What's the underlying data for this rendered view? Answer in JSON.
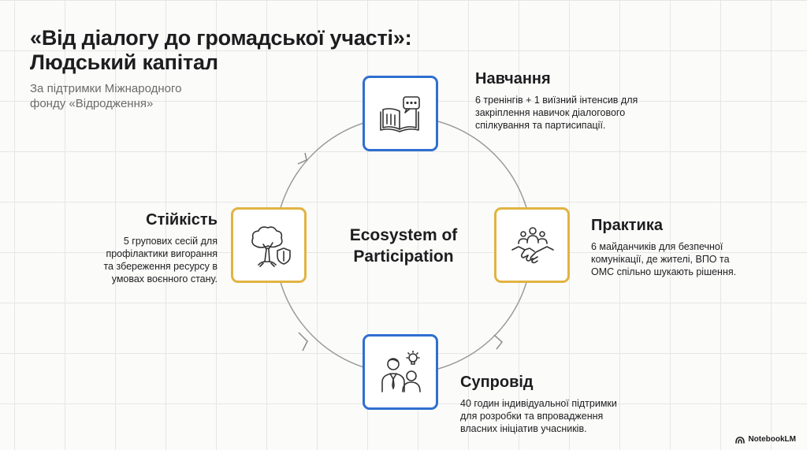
{
  "title": {
    "line1": "«Від діалогу до громадської участі»:",
    "line2": "Людський капітал"
  },
  "subtitle": {
    "line1": "За підтримки Міжнародного",
    "line2": "фонду «Відродження»"
  },
  "center": {
    "line1": "Ecosystem of",
    "line2": "Participation"
  },
  "nodes": {
    "top": {
      "title": "Навчання",
      "lines": [
        "6 тренінгів + 1 виїзний інтенсив для",
        "закріплення навичок діалогового",
        "спілкування та партисипації."
      ],
      "icon": "open-book-chat-icon",
      "color": "#2f6fd0"
    },
    "right": {
      "title": "Практика",
      "lines": [
        "6 майданчиків для безпечної",
        "комунікації, де жителі, ВПО та",
        "ОМС спільно шукають рішення."
      ],
      "icon": "handshake-group-icon",
      "color": "#e2b342"
    },
    "bottom": {
      "title": "Супровід",
      "lines": [
        "40 годин індивідуальної підтримки",
        "для розробки та впровадження",
        "власних ініціатив учасників."
      ],
      "icon": "mentor-lightbulb-icon",
      "color": "#2f6fd0"
    },
    "left": {
      "title": "Стійкість",
      "lines": [
        "5 групових сесій для",
        "профілактики вигорання",
        "та збереження ресурсу в",
        "умовах воєнного стану."
      ],
      "icon": "tree-shield-icon",
      "color": "#e2b342"
    }
  },
  "brand": "NotebookLM"
}
